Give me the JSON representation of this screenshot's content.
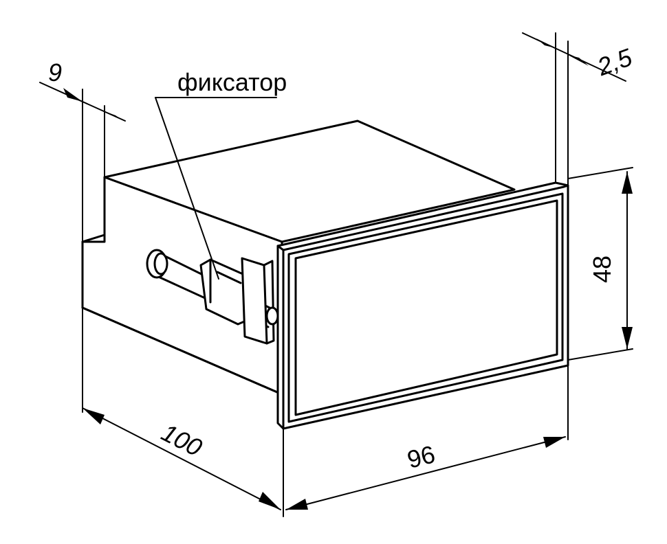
{
  "labels": {
    "latch": "фиксатор",
    "depth": "100",
    "width": "96",
    "height": "48",
    "bezel": "2,5",
    "latch_offset": "9"
  }
}
